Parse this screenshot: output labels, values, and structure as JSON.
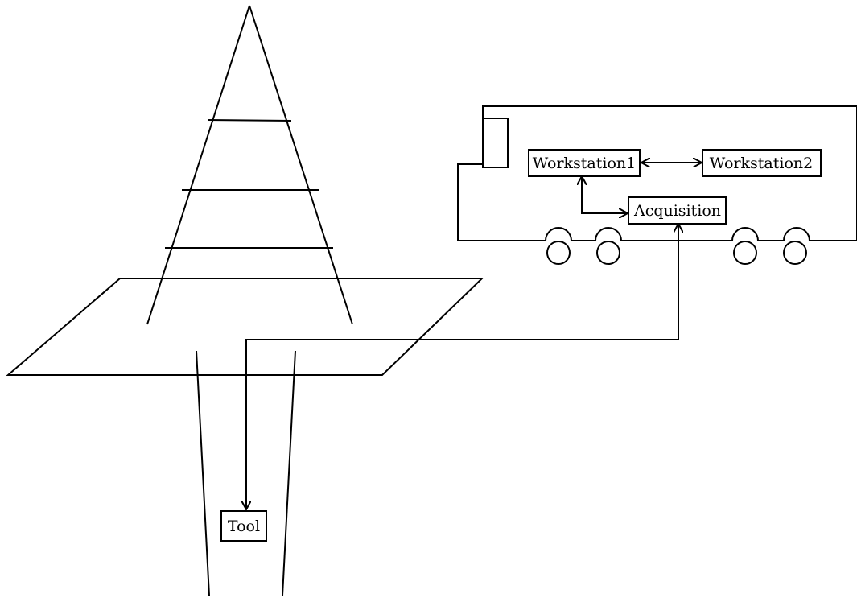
{
  "labels": {
    "workstation1": "Workstation1",
    "workstation2": "Workstation2",
    "acquisition": "Acquisition",
    "tool": "Tool"
  }
}
